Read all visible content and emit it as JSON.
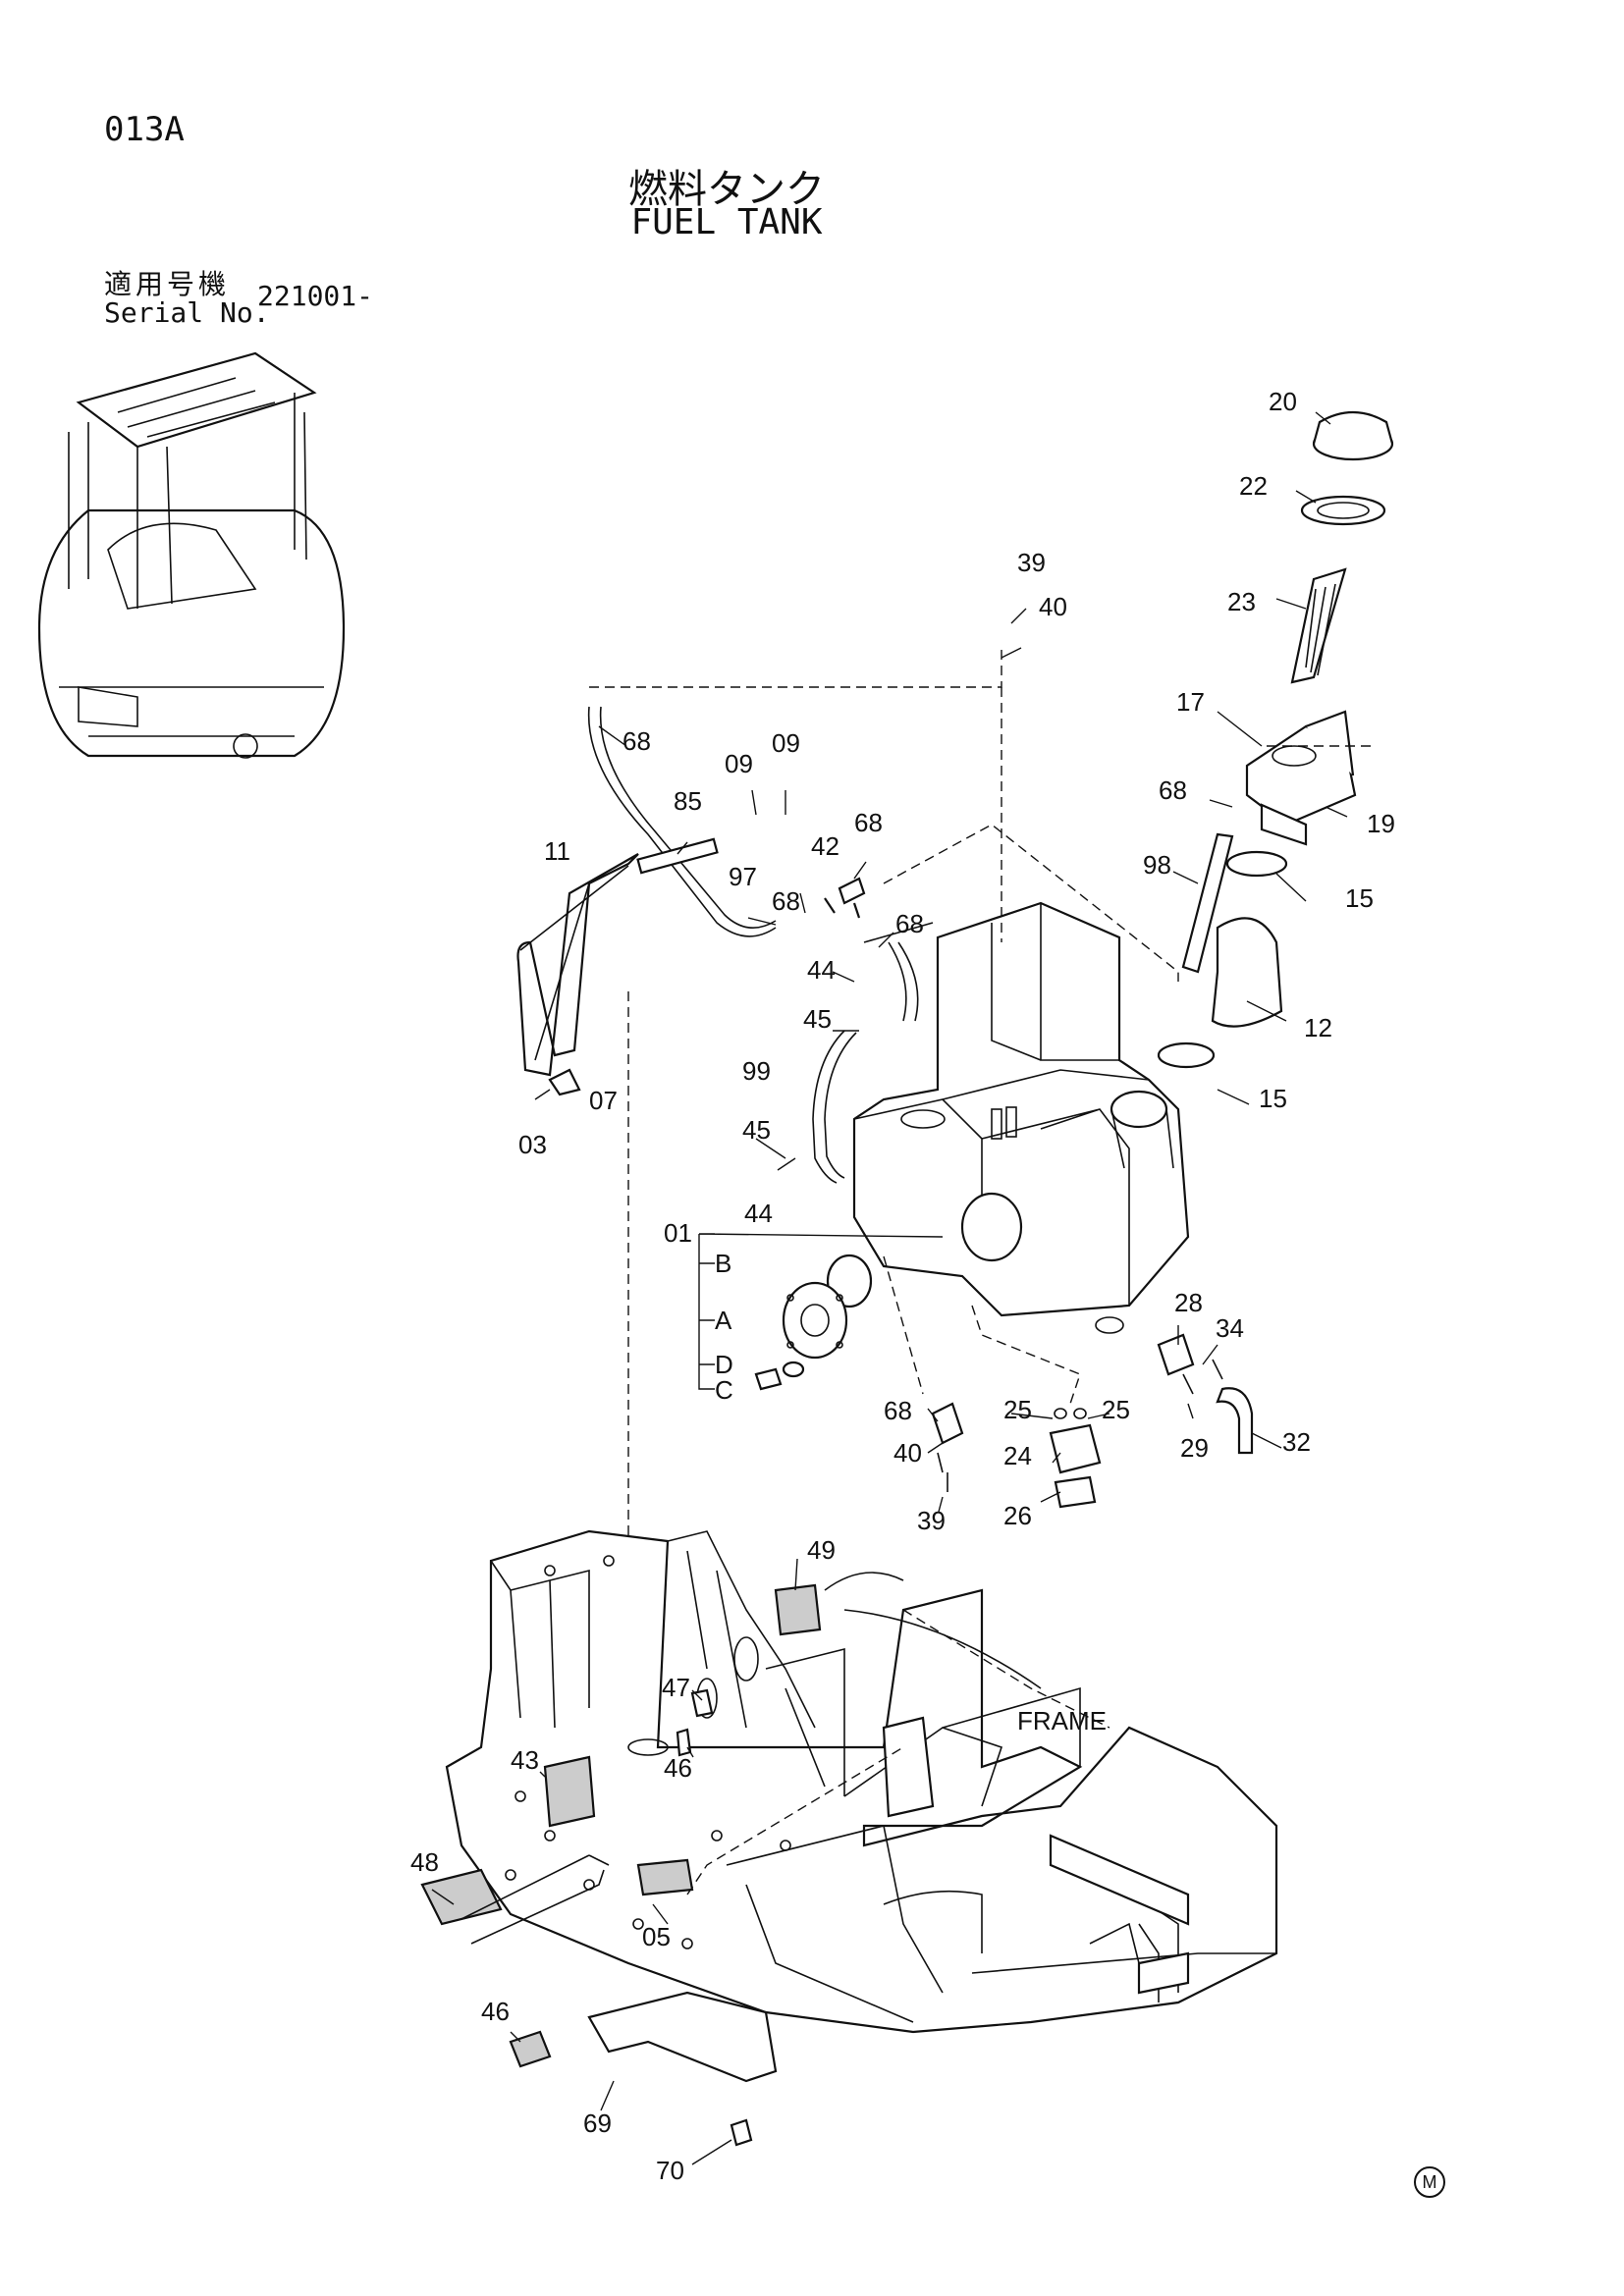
{
  "page_code": "013A",
  "title_jp": "燃料タンク",
  "title_en": "FUEL TANK",
  "serial": {
    "label_jp": "適用号機",
    "label_en": "Serial No.",
    "value": "221001-"
  },
  "frame_label": "FRAME",
  "corner_mark": "M",
  "callouts": [
    "20",
    "22",
    "23",
    "17",
    "68",
    "19",
    "98",
    "15",
    "12",
    "15",
    "39",
    "40",
    "68",
    "09",
    "09",
    "85",
    "68",
    "42",
    "11",
    "97",
    "68",
    "68",
    "44",
    "45",
    "99",
    "07",
    "03",
    "45",
    "44",
    "01",
    "B",
    "A",
    "D",
    "C",
    "28",
    "34",
    "68",
    "40",
    "39",
    "25",
    "25",
    "24",
    "26",
    "29",
    "32",
    "49",
    "47",
    "46",
    "43",
    "48",
    "05",
    "46",
    "69",
    "70"
  ]
}
